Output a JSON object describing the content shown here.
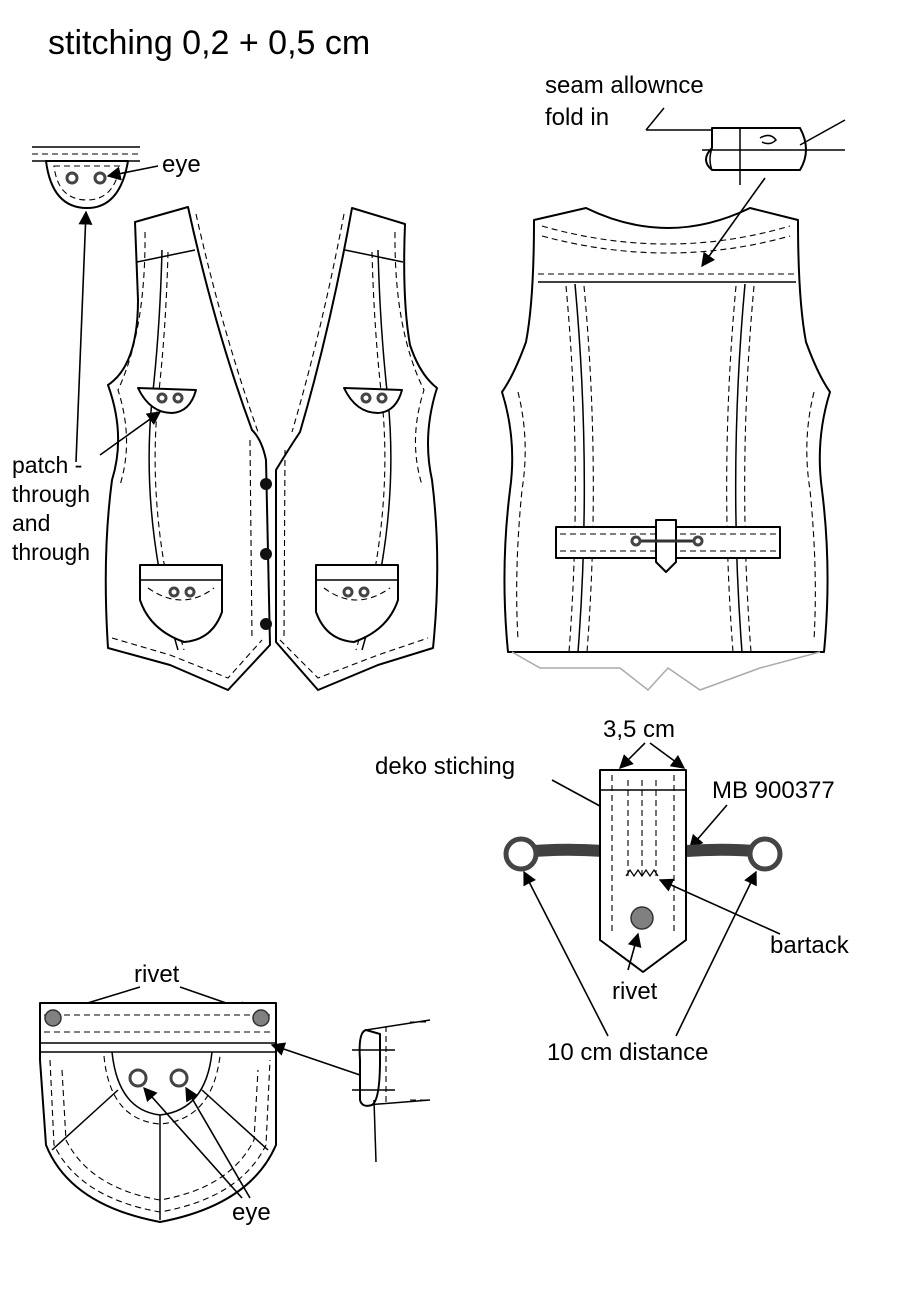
{
  "labels": {
    "title": "stitching 0,2 + 0,5 cm",
    "seam_allowance_1": "seam allownce",
    "seam_allowance_2": "fold in",
    "eye_top": "eye",
    "patch_1": "patch -",
    "patch_2": "through",
    "patch_3": "and",
    "patch_4": "through",
    "width": "3,5 cm",
    "deko": "deko stiching",
    "mb": "MB 900377",
    "bartack": "bartack",
    "rivet_tab": "rivet",
    "distance": "10 cm distance",
    "rivet_pocket": "rivet",
    "eye_pocket": "eye"
  },
  "colors": {
    "line": "#000000",
    "rivet": "#808080",
    "cord": "#404040",
    "background": "#ffffff"
  }
}
